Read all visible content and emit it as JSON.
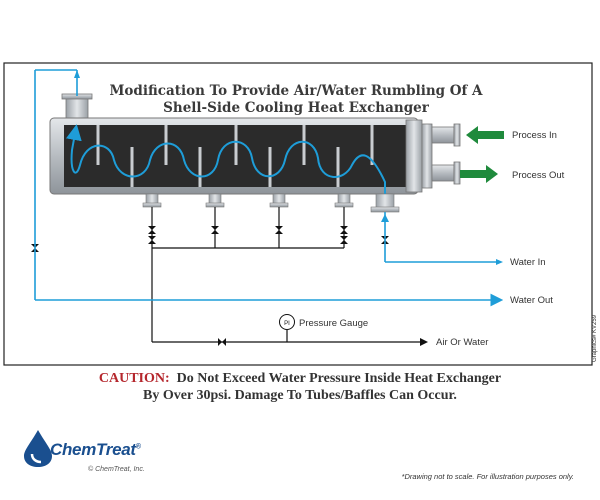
{
  "diagram": {
    "title_line1": "Modification To Provide Air/Water Rumbling Of A",
    "title_line2": "Shell-Side Cooling Heat Exchanger",
    "labels": {
      "process_in": "Process In",
      "process_out": "Process Out",
      "water_in": "Water In",
      "water_out": "Water Out",
      "air_or_water": "Air Or Water",
      "pressure_gauge": "Pressure Gauge",
      "gauge_symbol": "PI",
      "graphics_id": "Graphics# KV259"
    },
    "colors": {
      "water": "#1e9dd8",
      "process_arrow": "#1f8a3c",
      "shell_body": "#2a2a2a",
      "shell_metal": "#bfc3c7",
      "line": "#111111"
    }
  },
  "caution": {
    "label": "CAUTION:",
    "line1": "Do Not Exceed Water Pressure Inside Heat Exchanger",
    "line2": "By Over 30psi.  Damage To Tubes/Baffles Can Occur."
  },
  "footer": {
    "logo_text": "ChemTreat",
    "logo_reg": "®",
    "copyright": "© ChemTreat, Inc.",
    "disclaimer": "*Drawing not to scale. For illustration purposes only."
  }
}
